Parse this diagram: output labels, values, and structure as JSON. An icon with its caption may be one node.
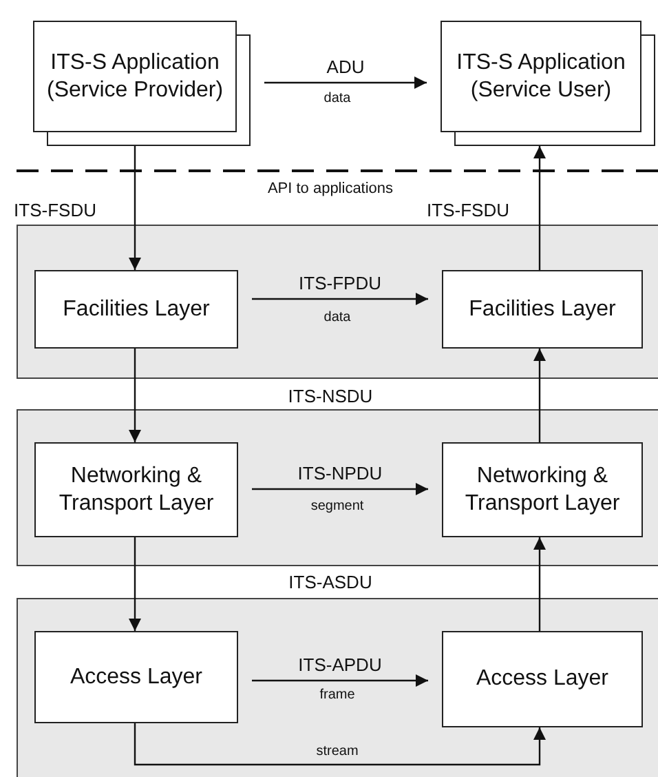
{
  "diagram": {
    "nodes": [
      {
        "text": [
          "ITS-S Application (Service Provider)"
        ]
      },
      {
        "text": [
          "ITS-S Application (Service User)"
        ]
      },
      {
        "text": [],
        "shape": "box"
      },
      {
        "text": [
          "Facilities Layer"
        ],
        "in": 2
      },
      {
        "text": [
          "Facilities Layer"
        ],
        "in": 2
      },
      {
        "text": [],
        "shape": "box"
      },
      {
        "text": [
          "Networking & Transport Layer"
        ],
        "in": 5
      },
      {
        "text": [
          "Networking & Transport Layer"
        ],
        "in": 5
      },
      {
        "text": [],
        "shape": "box"
      },
      {
        "text": [
          "Access Layer"
        ],
        "in": 8
      },
      {
        "text": [
          "Access Layer"
        ],
        "in": 8
      }
    ],
    "edges": [
      {
        "from": 0,
        "to": 1,
        "arrow": "to",
        "label": "ADU"
      },
      {
        "from": 0,
        "to": 3,
        "arrow": "to"
      },
      {
        "from": 4,
        "to": 1,
        "arrow": "to"
      },
      {
        "from": 3,
        "to": 4,
        "arrow": "to",
        "label": "ITS-FPDU"
      },
      {
        "from": 3,
        "to": 6,
        "arrow": "to"
      },
      {
        "from": 7,
        "to": 4,
        "arrow": "to"
      },
      {
        "from": 6,
        "to": 7,
        "arrow": "to",
        "label": "ITS-NPDU"
      },
      {
        "from": 6,
        "to": 9,
        "arrow": "to"
      },
      {
        "from": 10,
        "to": 7,
        "arrow": "to"
      },
      {
        "from": 9,
        "to": 10,
        "arrow": "to",
        "label": "ITS-APDU"
      },
      {
        "from": 9,
        "to": 10,
        "arrow": "to",
        "label": "stream"
      }
    ],
    "labels": [
      "data",
      "API to applications",
      "ITS-FSDU",
      "ITS-FSDU",
      "data",
      "ITS-NSDU",
      "segment",
      "ITS-ASDU",
      "frame"
    ]
  }
}
